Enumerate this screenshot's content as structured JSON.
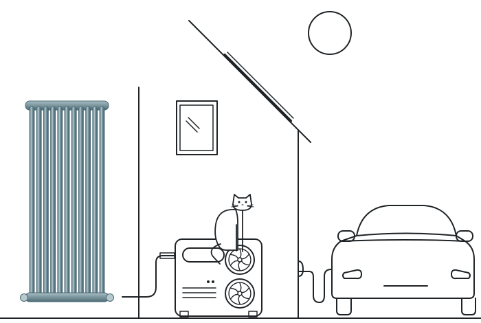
{
  "scene": {
    "description_items": [
      "radiator",
      "house",
      "sun",
      "window",
      "solar-panel",
      "cat",
      "heat-pump-outdoor-unit",
      "electric-car"
    ]
  },
  "colors": {
    "line": "#1f2326",
    "radiator_base": "#6f8f9b",
    "radiator_light": "#b7c9cf",
    "radiator_dark": "#4b6872",
    "background": "#ffffff"
  },
  "icons": {
    "sun": "sun-icon",
    "window": "window-icon",
    "cat": "cat-icon",
    "heat_pump": "heat-pump-icon",
    "fan": "fan-icon",
    "car": "car-icon",
    "radiator": "radiator-icon"
  },
  "radiator": {
    "columns": 11
  },
  "heat_pump": {
    "fans": 2
  }
}
